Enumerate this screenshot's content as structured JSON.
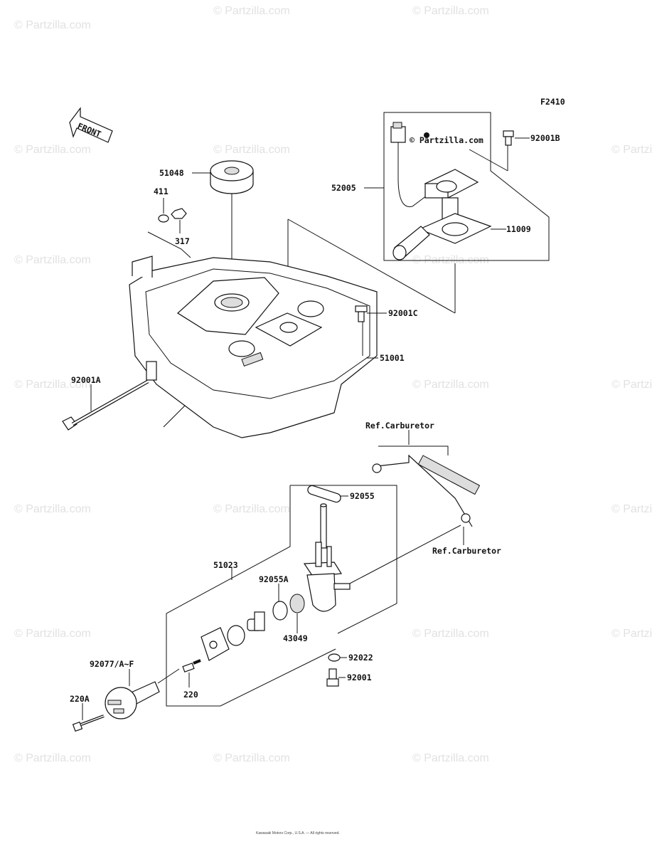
{
  "figure_code": "F2410",
  "front_arrow_label": "FRONT",
  "copyright_tag": "© Partzilla.com",
  "watermark_text": "© Partzilla.com",
  "footer_text": "Kawasaki Motors Corp., U.S.A. — All rights reserved.",
  "references": {
    "carb_top": "Ref.Carburetor",
    "carb_bottom": "Ref.Carburetor"
  },
  "parts": {
    "p51048": "51048",
    "p411": "411",
    "p317": "317",
    "p52005": "52005",
    "p92001B": "92001B",
    "p11009": "11009",
    "p92001C": "92001C",
    "p51001": "51001",
    "p92001A": "92001A",
    "p92055": "92055",
    "p51023": "51023",
    "p92055A": "92055A",
    "p43049": "43049",
    "p92022": "92022",
    "p92001": "92001",
    "p92077": "92077/A~F",
    "p220": "220",
    "p220A": "220A"
  },
  "colors": {
    "line": "#111111",
    "watermark": "#c9c9c9"
  }
}
